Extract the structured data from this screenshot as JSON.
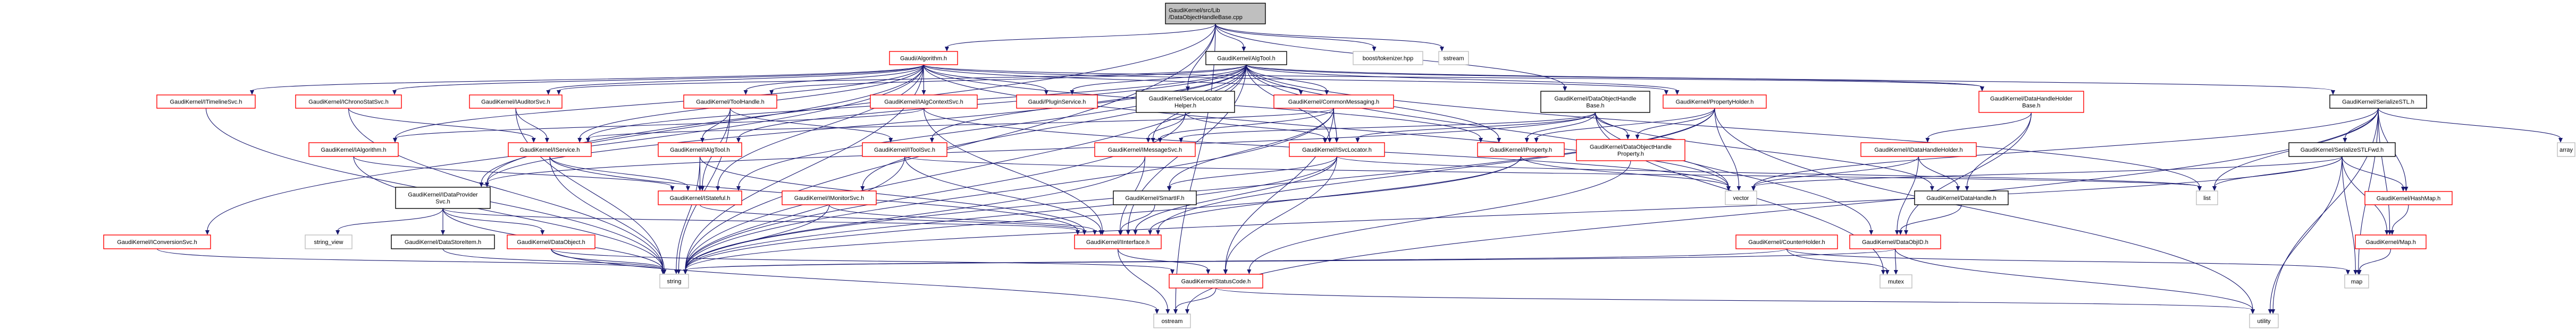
{
  "diagram": {
    "title": "Include dependency graph for DataObjectHandleBase.cpp",
    "colors": {
      "edge": "#191970",
      "root_fill": "#bfbfbf",
      "root_border": "#000000",
      "documented_border": "#000000",
      "truncated_border": "#ff0000",
      "external_border": "#bfbfbf",
      "node_fill": "#ffffff"
    },
    "nodes": [
      {
        "id": "root",
        "label": [
          "GaudiKernel/src/Lib",
          "/DataObjectHandleBase.cpp"
        ],
        "kind": "root"
      },
      {
        "id": "algtool",
        "label": [
          "GaudiKernel/AlgTool.h"
        ],
        "kind": "documented"
      },
      {
        "id": "tokenizer",
        "label": [
          "boost/tokenizer.hpp"
        ],
        "kind": "external"
      },
      {
        "id": "sstream",
        "label": [
          "sstream"
        ],
        "kind": "external"
      },
      {
        "id": "algorithm",
        "label": [
          "Gaudi/Algorithm.h"
        ],
        "kind": "truncated"
      },
      {
        "id": "itimelinesvc",
        "label": [
          "GaudiKernel/ITimelineSvc.h"
        ],
        "kind": "truncated"
      },
      {
        "id": "ichronostatsvc",
        "label": [
          "GaudiKernel/IChronoStatSvc.h"
        ],
        "kind": "truncated"
      },
      {
        "id": "iauditorsvc",
        "label": [
          "GaudiKernel/IAuditorSvc.h"
        ],
        "kind": "truncated"
      },
      {
        "id": "toolhandle",
        "label": [
          "GaudiKernel/ToolHandle.h"
        ],
        "kind": "truncated"
      },
      {
        "id": "ialgcontextsvc",
        "label": [
          "GaudiKernel/IAlgContextSvc.h"
        ],
        "kind": "truncated"
      },
      {
        "id": "pluginservice",
        "label": [
          "Gaudi/PluginService.h"
        ],
        "kind": "truncated"
      },
      {
        "id": "servicelocatorhelper",
        "label": [
          "GaudiKernel/ServiceLocator",
          "Helper.h"
        ],
        "kind": "documented"
      },
      {
        "id": "commonmessaging",
        "label": [
          "GaudiKernel/CommonMessaging.h"
        ],
        "kind": "truncated"
      },
      {
        "id": "dataobjecthandlebase",
        "label": [
          "GaudiKernel/DataObjectHandle",
          "Base.h"
        ],
        "kind": "documented"
      },
      {
        "id": "propertyholder",
        "label": [
          "GaudiKernel/PropertyHolder.h"
        ],
        "kind": "truncated"
      },
      {
        "id": "datahandleholderbase",
        "label": [
          "GaudiKernel/DataHandleHolder",
          "Base.h"
        ],
        "kind": "truncated"
      },
      {
        "id": "serializestl",
        "label": [
          "GaudiKernel/SerializeSTL.h"
        ],
        "kind": "documented"
      },
      {
        "id": "ialgorithm",
        "label": [
          "GaudiKernel/IAlgorithm.h"
        ],
        "kind": "truncated"
      },
      {
        "id": "iservice",
        "label": [
          "GaudiKernel/IService.h"
        ],
        "kind": "truncated"
      },
      {
        "id": "ialgtool",
        "label": [
          "GaudiKernel/IAlgTool.h"
        ],
        "kind": "truncated"
      },
      {
        "id": "itoolsvc",
        "label": [
          "GaudiKernel/IToolSvc.h"
        ],
        "kind": "truncated"
      },
      {
        "id": "imessagesvc",
        "label": [
          "GaudiKernel/IMessageSvc.h"
        ],
        "kind": "truncated"
      },
      {
        "id": "isvclocator",
        "label": [
          "GaudiKernel/ISvcLocator.h"
        ],
        "kind": "truncated"
      },
      {
        "id": "iproperty",
        "label": [
          "GaudiKernel/IProperty.h"
        ],
        "kind": "truncated"
      },
      {
        "id": "dataobjecthandleproperty",
        "label": [
          "GaudiKernel/DataObjectHandle",
          "Property.h"
        ],
        "kind": "truncated"
      },
      {
        "id": "idatahandleholder",
        "label": [
          "GaudiKernel/IDataHandleHolder.h"
        ],
        "kind": "truncated"
      },
      {
        "id": "serializestlfwd",
        "label": [
          "GaudiKernel/SerializeSTLFwd.h"
        ],
        "kind": "documented"
      },
      {
        "id": "array",
        "label": [
          "array"
        ],
        "kind": "external"
      },
      {
        "id": "idataprovidersvc",
        "label": [
          "GaudiKernel/IDataProvider",
          "Svc.h"
        ],
        "kind": "documented"
      },
      {
        "id": "istateful",
        "label": [
          "GaudiKernel/IStateful.h"
        ],
        "kind": "truncated"
      },
      {
        "id": "imonitorsvc",
        "label": [
          "GaudiKernel/IMonitorSvc.h"
        ],
        "kind": "truncated"
      },
      {
        "id": "smartif",
        "label": [
          "GaudiKernel/SmartIF.h"
        ],
        "kind": "documented"
      },
      {
        "id": "vector",
        "label": [
          "vector"
        ],
        "kind": "external"
      },
      {
        "id": "datahandle",
        "label": [
          "GaudiKernel/DataHandle.h"
        ],
        "kind": "documented"
      },
      {
        "id": "list",
        "label": [
          "list"
        ],
        "kind": "external"
      },
      {
        "id": "hashmap",
        "label": [
          "GaudiKernel/HashMap.h"
        ],
        "kind": "truncated"
      },
      {
        "id": "iconversionsvc",
        "label": [
          "GaudiKernel/IConversionSvc.h"
        ],
        "kind": "truncated"
      },
      {
        "id": "string_view",
        "label": [
          "string_view"
        ],
        "kind": "external"
      },
      {
        "id": "datastoreitem",
        "label": [
          "GaudiKernel/DataStoreItem.h"
        ],
        "kind": "documented"
      },
      {
        "id": "dataobject",
        "label": [
          "GaudiKernel/DataObject.h"
        ],
        "kind": "truncated"
      },
      {
        "id": "iinterface",
        "label": [
          "GaudiKernel/IInterface.h"
        ],
        "kind": "truncated"
      },
      {
        "id": "counterholder",
        "label": [
          "GaudiKernel/CounterHolder.h"
        ],
        "kind": "truncated"
      },
      {
        "id": "dataobjid",
        "label": [
          "GaudiKernel/DataObjID.h"
        ],
        "kind": "truncated"
      },
      {
        "id": "map_h",
        "label": [
          "GaudiKernel/Map.h"
        ],
        "kind": "truncated"
      },
      {
        "id": "string",
        "label": [
          "string"
        ],
        "kind": "external"
      },
      {
        "id": "statuscode",
        "label": [
          "GaudiKernel/StatusCode.h"
        ],
        "kind": "truncated"
      },
      {
        "id": "mutex",
        "label": [
          "mutex"
        ],
        "kind": "external"
      },
      {
        "id": "map",
        "label": [
          "map"
        ],
        "kind": "external"
      },
      {
        "id": "ostream",
        "label": [
          "ostream"
        ],
        "kind": "external"
      },
      {
        "id": "utility",
        "label": [
          "utility"
        ],
        "kind": "external"
      }
    ],
    "edges": [
      [
        "root",
        "algtool"
      ],
      [
        "root",
        "tokenizer"
      ],
      [
        "root",
        "sstream"
      ],
      [
        "root",
        "algorithm"
      ],
      [
        "root",
        "dataobjecthandlebase"
      ],
      [
        "root",
        "idataprovidersvc"
      ],
      [
        "root",
        "string"
      ],
      [
        "root",
        "servicelocatorhelper"
      ],
      [
        "root",
        "ostream"
      ],
      [
        "algorithm",
        "itimelinesvc"
      ],
      [
        "algorithm",
        "ichronostatsvc"
      ],
      [
        "algorithm",
        "iauditorsvc"
      ],
      [
        "algorithm",
        "toolhandle"
      ],
      [
        "algorithm",
        "ialgcontextsvc"
      ],
      [
        "algorithm",
        "pluginservice"
      ],
      [
        "algorithm",
        "ialgorithm"
      ],
      [
        "algorithm",
        "iservice"
      ],
      [
        "algorithm",
        "idataprovidersvc"
      ],
      [
        "algorithm",
        "iconversionsvc"
      ],
      [
        "algorithm",
        "istateful"
      ],
      [
        "algorithm",
        "string"
      ],
      [
        "algorithm",
        "propertyholder"
      ],
      [
        "algorithm",
        "commonmessaging"
      ],
      [
        "algorithm",
        "datahandleholderbase"
      ],
      [
        "algorithm",
        "vector"
      ],
      [
        "algorithm",
        "iproperty"
      ],
      [
        "algtool",
        "iauditorsvc"
      ],
      [
        "algtool",
        "toolhandle"
      ],
      [
        "algtool",
        "pluginservice"
      ],
      [
        "algtool",
        "commonmessaging"
      ],
      [
        "algtool",
        "propertyholder"
      ],
      [
        "algtool",
        "datahandleholderbase"
      ],
      [
        "algtool",
        "serializestl"
      ],
      [
        "algtool",
        "ialgtool"
      ],
      [
        "algtool",
        "iservice"
      ],
      [
        "algtool",
        "itoolsvc"
      ],
      [
        "algtool",
        "imessagesvc"
      ],
      [
        "algtool",
        "isvclocator"
      ],
      [
        "algtool",
        "iproperty"
      ],
      [
        "algtool",
        "idataprovidersvc"
      ],
      [
        "algtool",
        "imonitorsvc"
      ],
      [
        "algtool",
        "istateful"
      ],
      [
        "algtool",
        "iinterface"
      ],
      [
        "algtool",
        "string"
      ],
      [
        "algtool",
        "list"
      ],
      [
        "algtool",
        "vector"
      ],
      [
        "ichronostatsvc",
        "iservice"
      ],
      [
        "ichronostatsvc",
        "string"
      ],
      [
        "iauditorsvc",
        "iservice"
      ],
      [
        "iauditorsvc",
        "string"
      ],
      [
        "itimelinesvc",
        "string"
      ],
      [
        "toolhandle",
        "ialgtool"
      ],
      [
        "toolhandle",
        "itoolsvc"
      ],
      [
        "toolhandle",
        "string"
      ],
      [
        "toolhandle",
        "istateful"
      ],
      [
        "ialgcontextsvc",
        "ialgorithm"
      ],
      [
        "ialgcontextsvc",
        "iinterface"
      ],
      [
        "ialgcontextsvc",
        "vector"
      ],
      [
        "servicelocatorhelper",
        "isvclocator"
      ],
      [
        "servicelocatorhelper",
        "imessagesvc"
      ],
      [
        "servicelocatorhelper",
        "string"
      ],
      [
        "commonmessaging",
        "imessagesvc"
      ],
      [
        "commonmessaging",
        "isvclocator"
      ],
      [
        "commonmessaging",
        "iservice"
      ],
      [
        "commonmessaging",
        "smartif"
      ],
      [
        "commonmessaging",
        "statuscode"
      ],
      [
        "commonmessaging",
        "string"
      ],
      [
        "dataobjecthandlebase",
        "iproperty"
      ],
      [
        "dataobjecthandlebase",
        "dataobjecthandleproperty"
      ],
      [
        "dataobjecthandlebase",
        "isvclocator"
      ],
      [
        "dataobjecthandlebase",
        "datahandle"
      ],
      [
        "dataobjecthandlebase",
        "idataprovidersvc"
      ],
      [
        "dataobjecthandlebase",
        "dataobjid"
      ],
      [
        "dataobjecthandlebase",
        "imessagesvc"
      ],
      [
        "dataobjecthandlebase",
        "mutex"
      ],
      [
        "propertyholder",
        "iproperty"
      ],
      [
        "propertyholder",
        "dataobjecthandleproperty"
      ],
      [
        "propertyholder",
        "vector"
      ],
      [
        "propertyholder",
        "utility"
      ],
      [
        "propertyholder",
        "iinterface"
      ],
      [
        "propertyholder",
        "string"
      ],
      [
        "datahandleholderbase",
        "idatahandleholder"
      ],
      [
        "datahandleholderbase",
        "datahandle"
      ],
      [
        "datahandleholderbase",
        "dataobjid"
      ],
      [
        "serializestl",
        "serializestlfwd"
      ],
      [
        "serializestl",
        "array"
      ],
      [
        "serializestl",
        "map"
      ],
      [
        "serializestl",
        "hashmap"
      ],
      [
        "serializestl",
        "map_h"
      ],
      [
        "serializestl",
        "list"
      ],
      [
        "serializestl",
        "vector"
      ],
      [
        "serializestl",
        "utility"
      ],
      [
        "serializestl",
        "ostream"
      ],
      [
        "serializestlfwd",
        "map"
      ],
      [
        "serializestlfwd",
        "list"
      ],
      [
        "serializestlfwd",
        "vector"
      ],
      [
        "serializestlfwd",
        "utility"
      ],
      [
        "serializestlfwd",
        "hashmap"
      ],
      [
        "serializestlfwd",
        "map_h"
      ],
      [
        "serializestlfwd",
        "string"
      ],
      [
        "ialgorithm",
        "istateful"
      ],
      [
        "ialgorithm",
        "string"
      ],
      [
        "iservice",
        "istateful"
      ],
      [
        "iservice",
        "iinterface"
      ],
      [
        "iservice",
        "string"
      ],
      [
        "ialgtool",
        "istateful"
      ],
      [
        "ialgtool",
        "iinterface"
      ],
      [
        "ialgtool",
        "string"
      ],
      [
        "itoolsvc",
        "iinterface"
      ],
      [
        "itoolsvc",
        "list"
      ],
      [
        "itoolsvc",
        "string"
      ],
      [
        "imessagesvc",
        "iinterface"
      ],
      [
        "imessagesvc",
        "string"
      ],
      [
        "isvclocator",
        "iinterface"
      ],
      [
        "isvclocator",
        "smartif"
      ],
      [
        "isvclocator",
        "statuscode"
      ],
      [
        "isvclocator",
        "string"
      ],
      [
        "isvclocator",
        "list"
      ],
      [
        "iproperty",
        "iinterface"
      ],
      [
        "iproperty",
        "vector"
      ],
      [
        "iproperty",
        "string"
      ],
      [
        "dataobjecthandleproperty",
        "statuscode"
      ],
      [
        "idatahandleholder",
        "datahandle"
      ],
      [
        "idatahandleholder",
        "dataobjid"
      ],
      [
        "idatahandleholder",
        "vector"
      ],
      [
        "idataprovidersvc",
        "string_view"
      ],
      [
        "idataprovidersvc",
        "datastoreitem"
      ],
      [
        "idataprovidersvc",
        "dataobject"
      ],
      [
        "idataprovidersvc",
        "iinterface"
      ],
      [
        "idataprovidersvc",
        "string"
      ],
      [
        "istateful",
        "iinterface"
      ],
      [
        "imonitorsvc",
        "iinterface"
      ],
      [
        "imonitorsvc",
        "string"
      ],
      [
        "smartif",
        "iinterface"
      ],
      [
        "datahandle",
        "dataobjid"
      ],
      [
        "hashmap",
        "map_h"
      ],
      [
        "iconversionsvc",
        "string"
      ],
      [
        "datastoreitem",
        "string"
      ],
      [
        "dataobject",
        "statuscode"
      ],
      [
        "dataobject",
        "string"
      ],
      [
        "dataobject",
        "ostream"
      ],
      [
        "iinterface",
        "statuscode"
      ],
      [
        "iinterface",
        "ostream"
      ],
      [
        "counterholder",
        "mutex"
      ],
      [
        "counterholder",
        "map"
      ],
      [
        "counterholder",
        "string"
      ],
      [
        "dataobjid",
        "mutex"
      ],
      [
        "dataobjid",
        "string"
      ],
      [
        "dataobjid",
        "utility"
      ],
      [
        "map_h",
        "map"
      ],
      [
        "statuscode",
        "ostream"
      ],
      [
        "statuscode",
        "utility"
      ]
    ]
  }
}
